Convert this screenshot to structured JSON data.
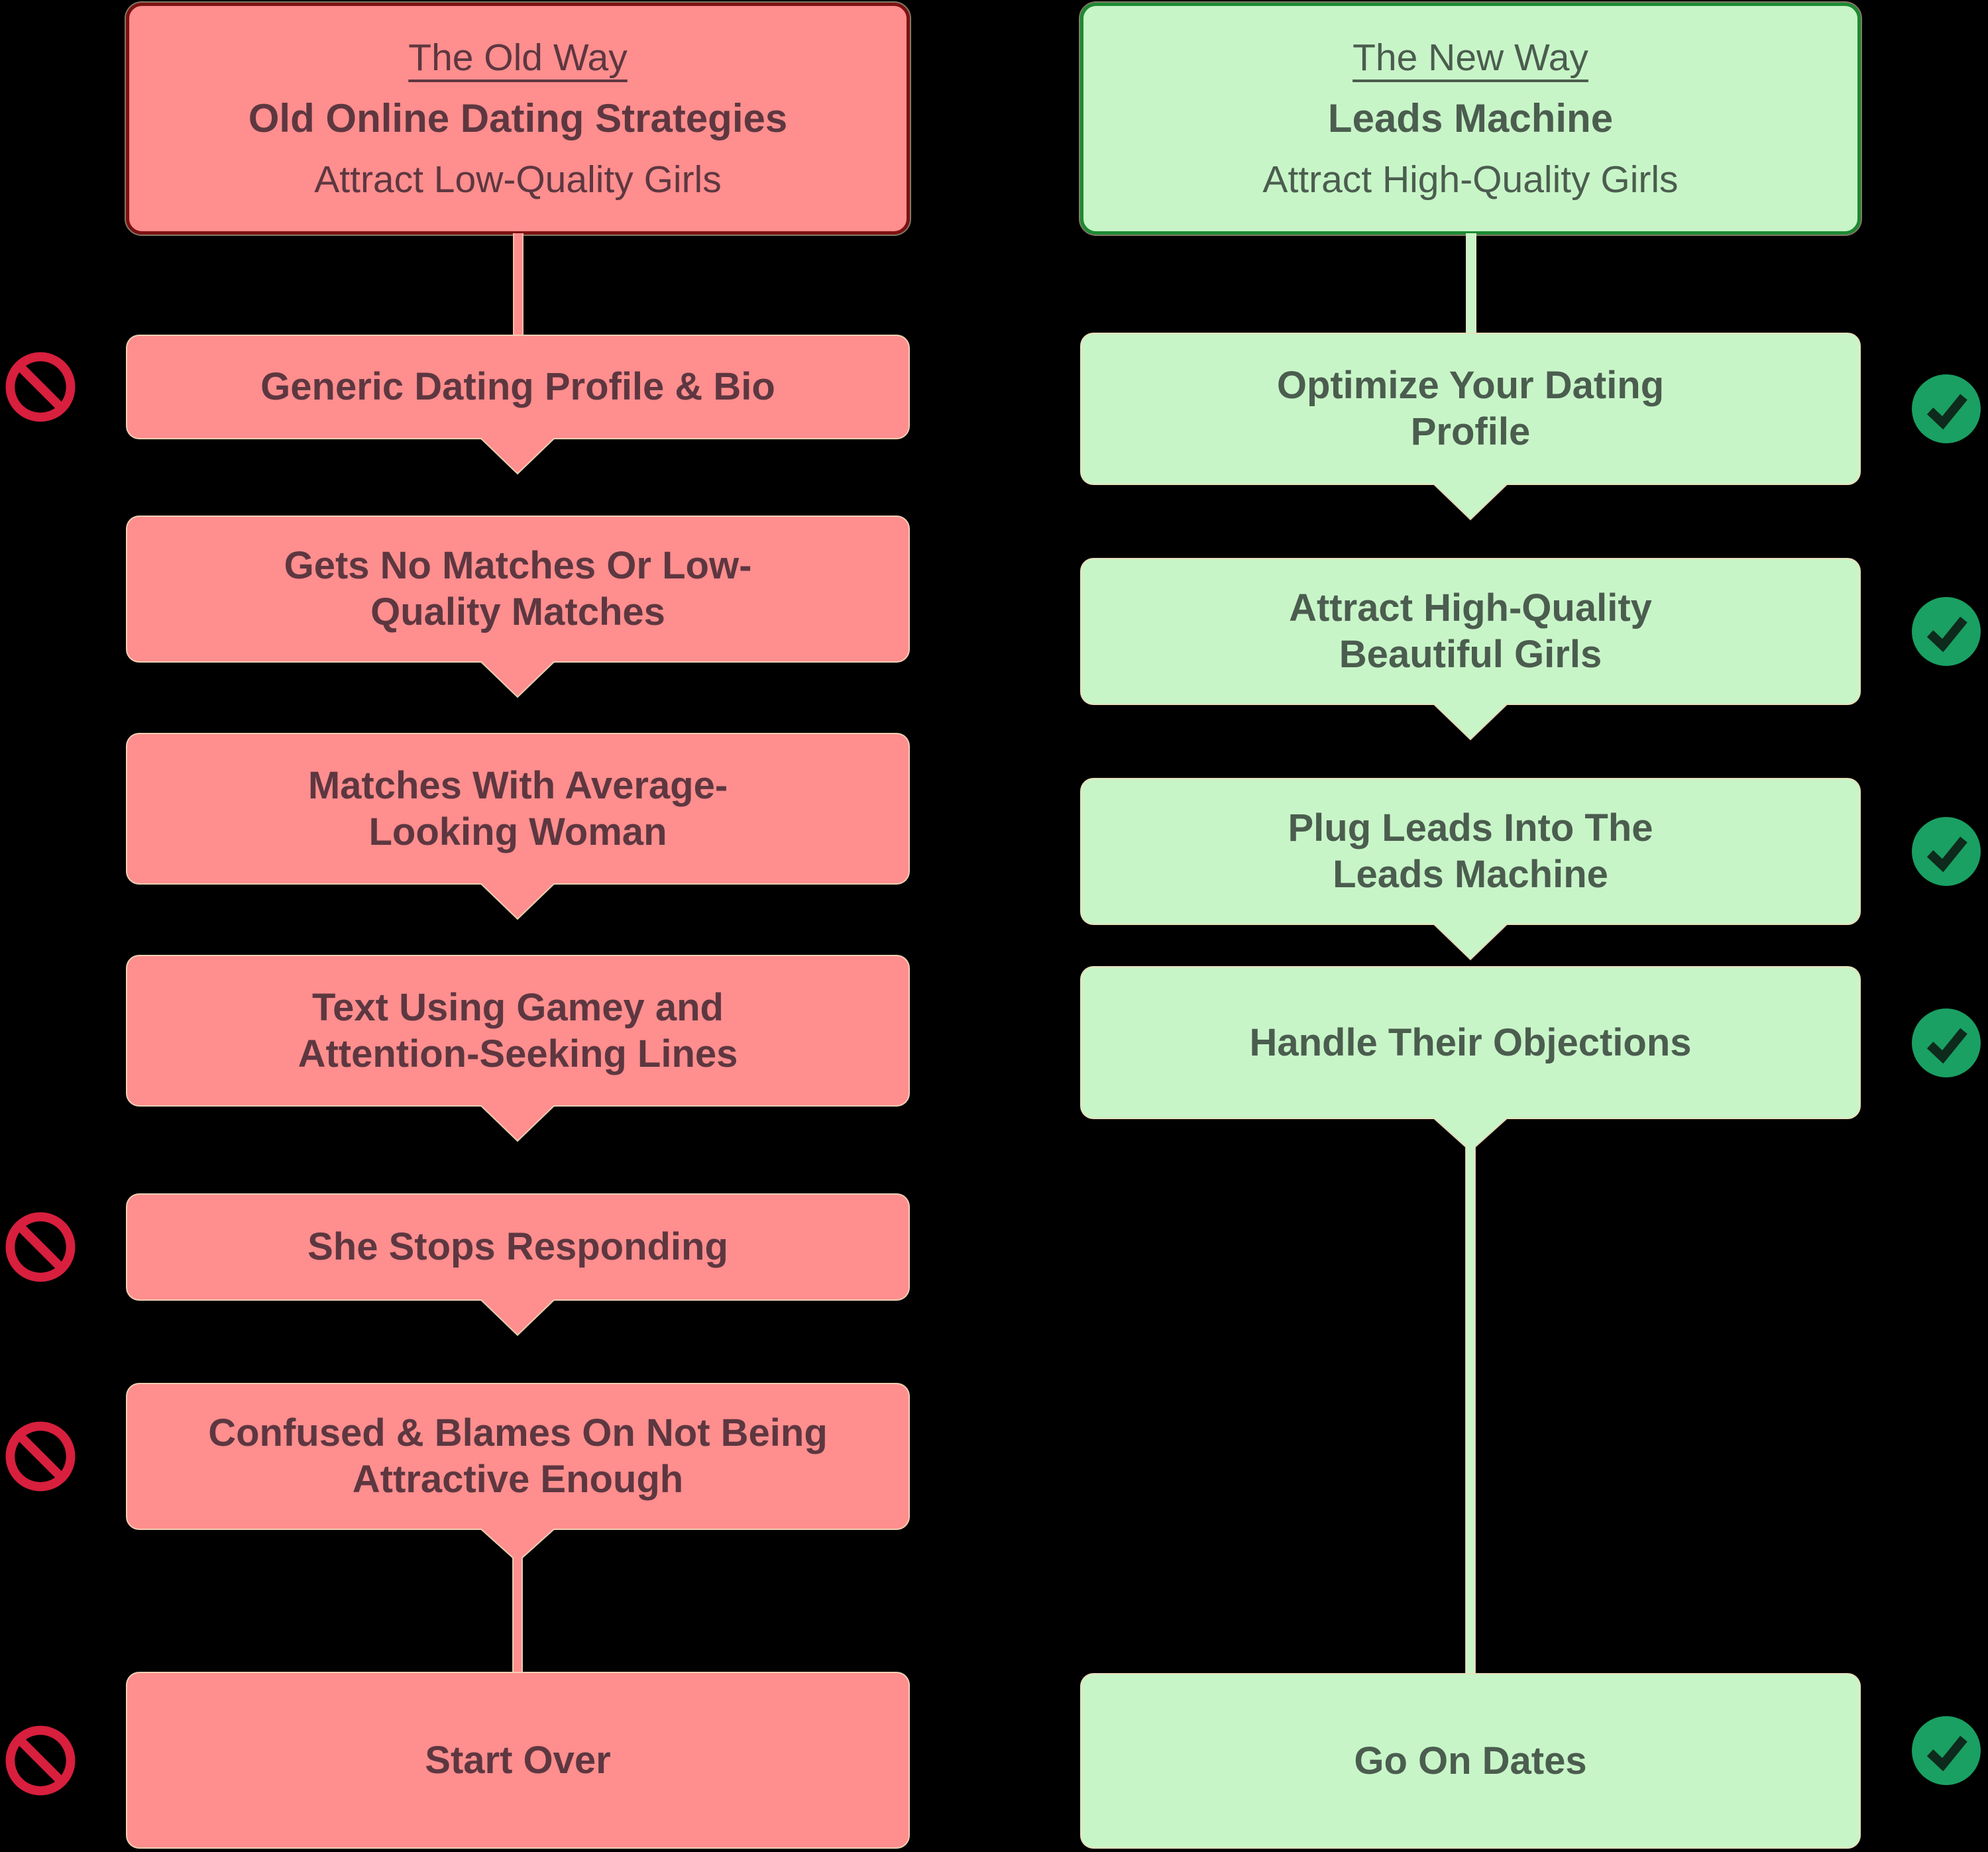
{
  "diagram": {
    "old": {
      "header": {
        "eyebrow": "The Old Way",
        "title": "Old Online Dating Strategies",
        "subtitle": "Attract Low-Quality Girls"
      },
      "steps": [
        {
          "line1": "Generic Dating Profile & Bio",
          "icon": "no-entry"
        },
        {
          "line1": "Gets No Matches Or Low-",
          "line2": "Quality Matches"
        },
        {
          "line1": "Matches With Average-",
          "line2": "Looking Woman"
        },
        {
          "line1": "Text Using Gamey and",
          "line2": "Attention-Seeking Lines"
        },
        {
          "line1": "She Stops Responding",
          "icon": "no-entry"
        },
        {
          "line1": "Confused & Blames On Not Being",
          "line2": "Attractive Enough",
          "icon": "no-entry"
        },
        {
          "line1": "Start Over",
          "icon": "no-entry"
        }
      ]
    },
    "new": {
      "header": {
        "eyebrow": "The New Way",
        "title": "Leads Machine",
        "subtitle": "Attract High-Quality Girls"
      },
      "steps": [
        {
          "line1": "Optimize Your Dating",
          "line2": "Profile",
          "icon": "check"
        },
        {
          "line1": "Attract High-Quality",
          "line2": "Beautiful Girls",
          "icon": "check"
        },
        {
          "line1": "Plug Leads Into The",
          "line2": "Leads Machine",
          "icon": "check"
        },
        {
          "line1": "Handle Their Objections",
          "icon": "check"
        },
        {
          "line1": "Go On Dates",
          "icon": "check"
        }
      ]
    },
    "colors": {
      "background": "#000000",
      "old_fill": "#ff8e8e",
      "old_header_border": "#7d1111",
      "old_text": "#5d3740",
      "new_fill": "#c8f5c8",
      "new_header_border": "#1d8a33",
      "new_text": "#4b5d4f",
      "no_entry_red": "#d81f3e",
      "check_circle_green": "#1aa062",
      "check_mark_dark": "#0d2a1c",
      "outline_cream": "#eedcba"
    }
  }
}
